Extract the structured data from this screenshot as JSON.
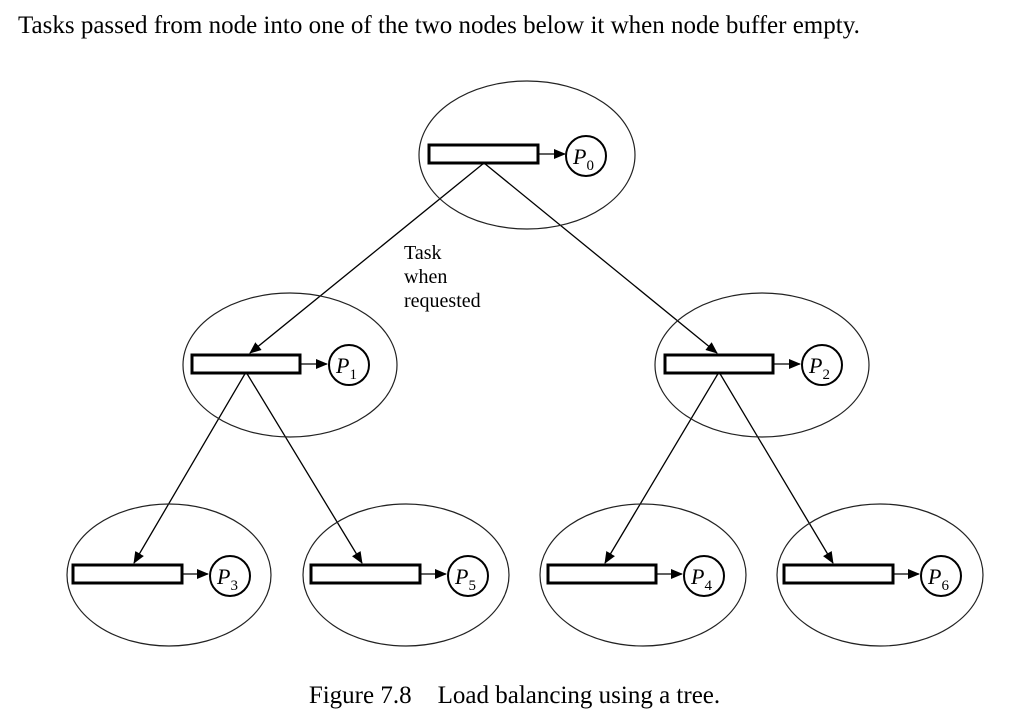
{
  "heading": "Tasks passed from node into one of the two nodes below it when node buffer empty.",
  "annotation": {
    "line1": "Task",
    "line2": "when",
    "line3": "requested"
  },
  "processes": [
    {
      "id": "p0",
      "letter": "P",
      "sub": "0"
    },
    {
      "id": "p1",
      "letter": "P",
      "sub": "1"
    },
    {
      "id": "p2",
      "letter": "P",
      "sub": "2"
    },
    {
      "id": "p3",
      "letter": "P",
      "sub": "3"
    },
    {
      "id": "p5",
      "letter": "P",
      "sub": "5"
    },
    {
      "id": "p4",
      "letter": "P",
      "sub": "4"
    },
    {
      "id": "p6",
      "letter": "P",
      "sub": "6"
    }
  ],
  "caption": {
    "figure_number": "Figure 7.8",
    "title": "Load balancing using a tree."
  }
}
